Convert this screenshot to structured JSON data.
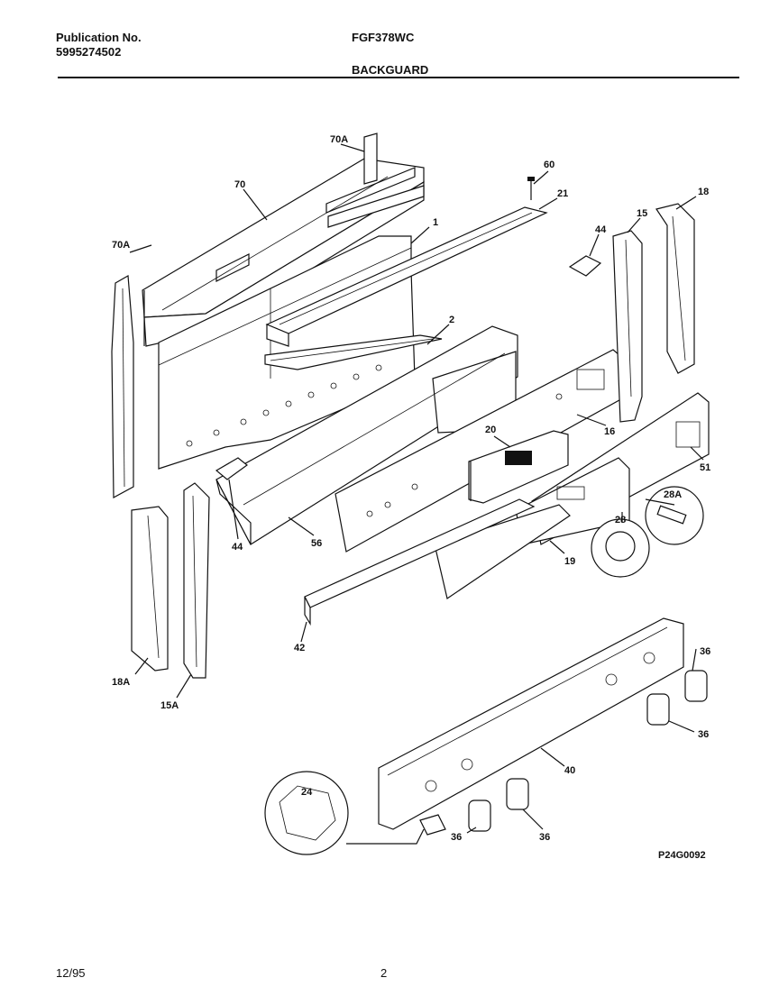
{
  "header": {
    "publication_label": "Publication No.",
    "publication_number": "5995274502",
    "model": "FGF378WC",
    "section": "BACKGUARD"
  },
  "footer": {
    "date": "12/95",
    "page": "2"
  },
  "diagram_id": "P24G0092",
  "callouts": {
    "c70A_top": "70A",
    "c70": "70",
    "c70A_left": "70A",
    "c1": "1",
    "c60": "60",
    "c21": "21",
    "c18": "18",
    "c15": "15",
    "c44_top": "44",
    "c2": "2",
    "c16": "16",
    "c20": "20",
    "c51": "51",
    "c28A": "28A",
    "c28": "28",
    "c19": "19",
    "c44_bottom": "44",
    "c56": "56",
    "c18A": "18A",
    "c15A": "15A",
    "c42": "42",
    "c36_a": "36",
    "c36_b": "36",
    "c40": "40",
    "c24": "24",
    "c36_c": "36",
    "c36_d": "36"
  }
}
